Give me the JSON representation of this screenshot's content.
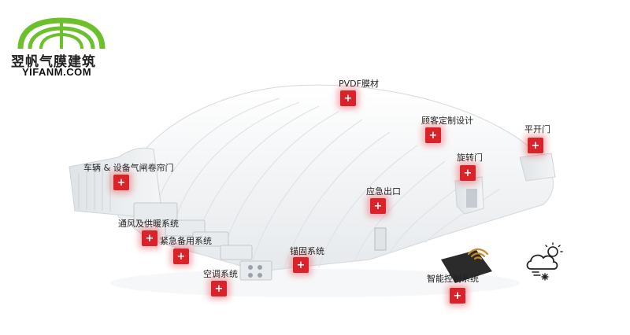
{
  "logo": {
    "name_cn": "翌帆气膜建筑",
    "domain": "YIFANM.COM",
    "brand_color": "#6cc02a"
  },
  "hotspots": {
    "pvdf": {
      "label": "PVDF膜材",
      "button": "+"
    },
    "custom_design": {
      "label": "顾客定制设计",
      "button": "+"
    },
    "flat_door": {
      "label": "平开门",
      "button": "+"
    },
    "revolving_door": {
      "label": "旋转门",
      "button": "+"
    },
    "vehicle_door": {
      "label": "车辆 & 设备气闸卷帘门",
      "button": "+"
    },
    "emergency_exit": {
      "label": "应急出口",
      "button": "+"
    },
    "ventilation": {
      "label": "通风及供暖系统",
      "button": "+"
    },
    "backup_power": {
      "label": "紧急备用系统",
      "button": "+"
    },
    "anchor": {
      "label": "锚固系统",
      "button": "+"
    },
    "air_conditioning": {
      "label": "空调系统",
      "button": "+"
    },
    "smart_control": {
      "label": "智能控制系统",
      "button": "+"
    }
  },
  "colors": {
    "hotspot": "#d8232a",
    "dome": "#f4f6f8"
  },
  "icons": [
    "wifi-icon",
    "weather-cloud-icon"
  ]
}
